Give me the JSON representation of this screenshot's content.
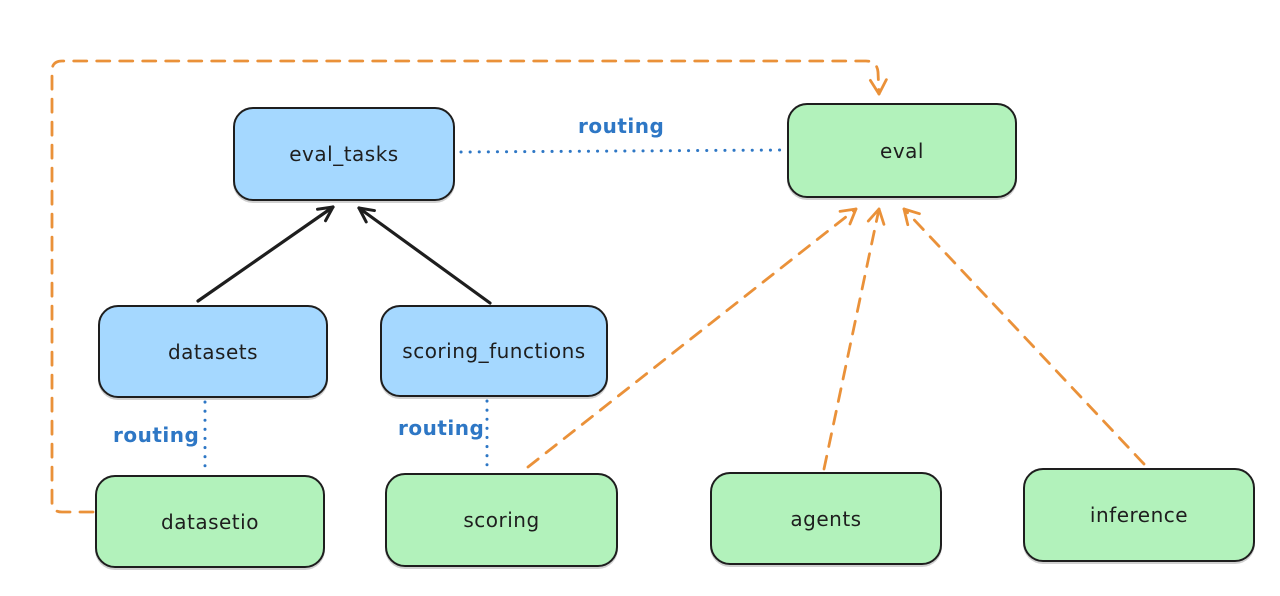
{
  "diagram": {
    "colors": {
      "blue_fill": "#a5d8ff",
      "green_fill": "#b2f2bb",
      "stroke": "#1e1e1e",
      "orange": "#ea9139",
      "blue_line": "#2e77c5",
      "bg": "#ffffff"
    },
    "nodes": [
      {
        "id": "eval_tasks",
        "label": "eval_tasks",
        "color": "blue"
      },
      {
        "id": "eval",
        "label": "eval",
        "color": "green"
      },
      {
        "id": "datasets",
        "label": "datasets",
        "color": "blue"
      },
      {
        "id": "scoring_functions",
        "label": "scoring_functions",
        "color": "blue"
      },
      {
        "id": "datasetio",
        "label": "datasetio",
        "color": "green"
      },
      {
        "id": "scoring",
        "label": "scoring",
        "color": "green"
      },
      {
        "id": "agents",
        "label": "agents",
        "color": "green"
      },
      {
        "id": "inference",
        "label": "inference",
        "color": "green"
      }
    ],
    "edges": [
      {
        "from": "datasets",
        "to": "eval_tasks",
        "style": "solid-black-arrow",
        "label": ""
      },
      {
        "from": "scoring_functions",
        "to": "eval_tasks",
        "style": "solid-black-arrow",
        "label": ""
      },
      {
        "from": "eval_tasks",
        "to": "eval",
        "style": "dotted-blue",
        "label": "routing"
      },
      {
        "from": "datasets",
        "to": "datasetio",
        "style": "dotted-blue",
        "label": "routing"
      },
      {
        "from": "scoring_functions",
        "to": "scoring",
        "style": "dotted-blue",
        "label": "routing"
      },
      {
        "from": "datasetio",
        "to": "eval",
        "style": "dashed-orange-arrow",
        "label": ""
      },
      {
        "from": "scoring",
        "to": "eval",
        "style": "dashed-orange-arrow",
        "label": ""
      },
      {
        "from": "agents",
        "to": "eval",
        "style": "dashed-orange-arrow",
        "label": ""
      },
      {
        "from": "inference",
        "to": "eval",
        "style": "dashed-orange-arrow",
        "label": ""
      }
    ]
  }
}
